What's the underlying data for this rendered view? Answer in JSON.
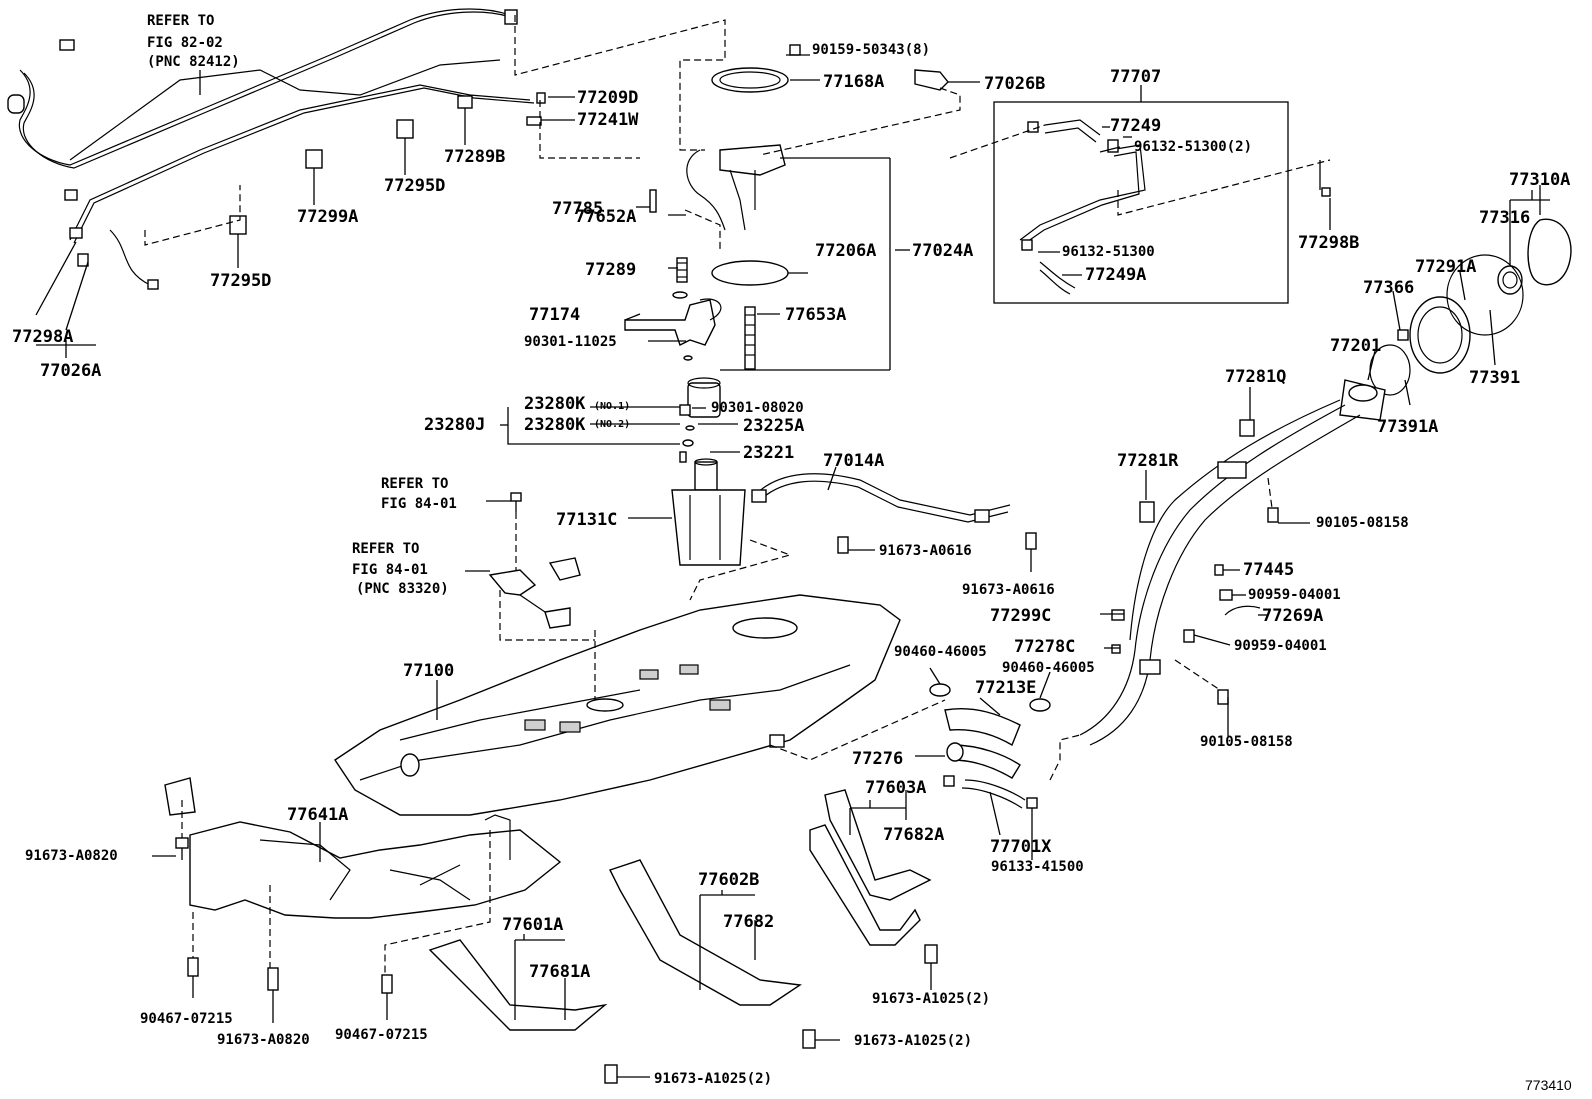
{
  "diagram": {
    "refs": [
      {
        "lines": [
          "REFER TO",
          "FIG 82-02",
          "(PNC 82412)"
        ]
      },
      {
        "lines": [
          "REFER TO",
          "FIG 84-01"
        ]
      },
      {
        "lines": [
          "REFER TO",
          "FIG 84-01",
          "(PNC 83320)"
        ]
      }
    ],
    "labels": [
      "90159-50343(8)",
      "77168A",
      "77026B",
      "77707",
      "77249",
      "96132-51300(2)",
      "96132-51300",
      "77249A",
      "77298B",
      "77310A",
      "77316",
      "77291A",
      "77366",
      "77201",
      "77391A",
      "77391",
      "77209D",
      "77241W",
      "77289B",
      "77295D",
      "77299A",
      "77295D",
      "77298A",
      "77026A",
      "77785",
      "77652A",
      "77289",
      "77206A",
      "77024A",
      "77174",
      "77653A",
      "90301-11025",
      "23280K",
      "23280K",
      "23280J",
      "90301-08020",
      "23225A",
      "23221",
      "77014A",
      "77131C",
      "91673-A0616",
      "91673-A0616",
      "77281Q",
      "77281R",
      "90105-08158",
      "77445",
      "90959-04001",
      "77299C",
      "77269A",
      "77278C",
      "90959-04001",
      "90460-46005",
      "90460-46005",
      "77213E",
      "77100",
      "77276",
      "90105-08158",
      "77603A",
      "77701X",
      "77682A",
      "96133-41500",
      "77641A",
      "91673-A0820",
      "77602B",
      "77682",
      "77601A",
      "77681A",
      "91673-A1025(2)",
      "90467-07215",
      "91673-A0820",
      "90467-07215",
      "91673-A1025(2)",
      "91673-A1025(2)"
    ],
    "sublabels": [
      "(NO.1)",
      "(NO.2)"
    ],
    "figure_id": "773410"
  }
}
